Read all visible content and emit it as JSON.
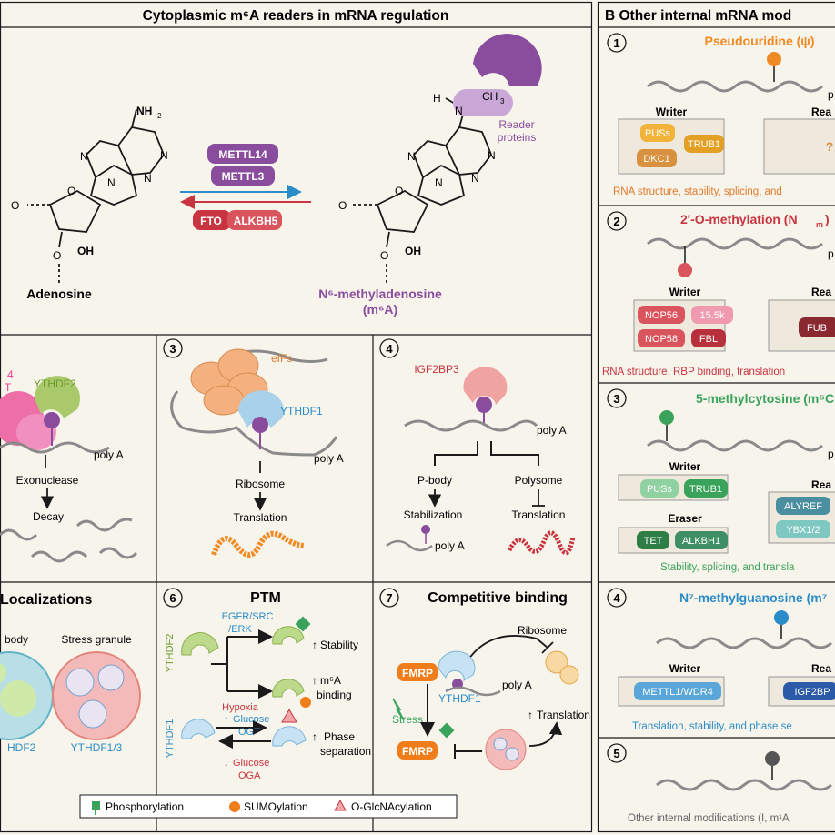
{
  "panelA": {
    "title": "Cytoplasmic m⁶A readers in mRNA regulation",
    "chem": {
      "nh2": "NH",
      "nh2_sub": "2",
      "n": "N",
      "o": "O",
      "oh": "OH",
      "h": "H",
      "ch3": "CH",
      "ch3_sub": "3",
      "adenosine": "Adenosine",
      "m6a_line1": "N⁶-methyladenosine",
      "m6a_line2": "(m⁶A)",
      "reader_line1": "Reader",
      "reader_line2": "proteins"
    },
    "writers": [
      "METTL14",
      "METTL3"
    ],
    "erasers": [
      "FTO",
      "ALKBH5"
    ],
    "p2": {
      "frag1": "4",
      "frag2": "T",
      "reader": "YTHDF2",
      "polya": "poly A",
      "exonuclease": "Exonuclease",
      "decay": "Decay"
    },
    "p3": {
      "num": "3",
      "eifs": "eIFs",
      "reader": "YTHDF1",
      "polya": "poly A",
      "ribosome": "Ribosome",
      "translation": "Translation"
    },
    "p4": {
      "num": "4",
      "reader": "IGF2BP3",
      "polya": "poly A",
      "pbody": "P-body",
      "polysome": "Polysome",
      "stabilization": "Stabilization",
      "translation": "Translation",
      "polya2": "poly A"
    },
    "p5": {
      "title": "Localizations",
      "pbody": "body",
      "stress": "Stress granule",
      "ythdf2": "HDF2",
      "ythdf13": "YTHDF1/3"
    },
    "p6": {
      "num": "6",
      "title": "PTM",
      "ythdf2": "YTHDF2",
      "ythdf1": "YTHDF1",
      "egfr1": "EGFR/SRC",
      "egfr2": "/ERK",
      "hypoxia": "Hypoxia",
      "stability": "Stability",
      "m6a_binding1": "m⁶A",
      "m6a_binding2": "binding",
      "glucose_up": "Glucose",
      "ogt": "OGT",
      "glucose_down": "Glucose",
      "oga": "OGA",
      "phase1": "Phase",
      "phase2": "separation"
    },
    "p7": {
      "num": "7",
      "title": "Competitive binding",
      "fmrp": "FMRP",
      "ythdf1": "YTHDF1",
      "polya": "poly A",
      "ribosome": "Ribosome",
      "stress": "Stress",
      "translation": "Translation"
    },
    "legend": [
      "Phosphorylation",
      "SUMOylation",
      "O-GlcNAcylation"
    ]
  },
  "panelB": {
    "title": "B  Other internal mRNA mod",
    "s1": {
      "num": "1",
      "title": "Pseudouridine (ψ)",
      "writer": "Writer",
      "reader": "Rea",
      "writers": [
        "PUSs",
        "TRUB1",
        "DKC1"
      ],
      "reader_q": "?",
      "func": "RNA structure, stability, splicing, and",
      "edge": "p"
    },
    "s2": {
      "num": "2",
      "title": "2′-O-methylation (N",
      "title_sub": "m",
      "title_close": ")",
      "writer": "Writer",
      "reader": "Rea",
      "writers": [
        "NOP56",
        "15.5k",
        "NOP58",
        "FBL"
      ],
      "readers": [
        "FUB"
      ],
      "func": "RNA structure, RBP binding, translation",
      "edge": "p"
    },
    "s3": {
      "num": "3",
      "title": "5-methylcytosine (m⁵C",
      "writer": "Writer",
      "eraser": "Eraser",
      "reader": "Rea",
      "writers": [
        "PUSs",
        "TRUB1"
      ],
      "erasers": [
        "TET",
        "ALKBH1"
      ],
      "readers": [
        "ALYREF",
        "YBX1/2"
      ],
      "func": "Stability, splicing, and transla",
      "edge": "p"
    },
    "s4": {
      "num": "4",
      "title": "N⁷-methylguanosine (m⁷",
      "writer": "Writer",
      "reader": "Rea",
      "writers": [
        "METTL1/WDR4"
      ],
      "readers": [
        "IGF2BP"
      ],
      "func": "Translation, stability, and phase se"
    },
    "s5": {
      "num": "5",
      "func": "Other internal modifications (I, m¹A"
    }
  },
  "colors": {
    "bg": "#f7f4ec",
    "purple": "#8a4d9e",
    "purple_light": "#c9a7d6",
    "red": "#c8343f",
    "blue": "#2a8cc8",
    "orange": "#f08a24",
    "green": "#3aa35b",
    "pink": "#ec6fa8",
    "rna": "#8a8a8a"
  }
}
